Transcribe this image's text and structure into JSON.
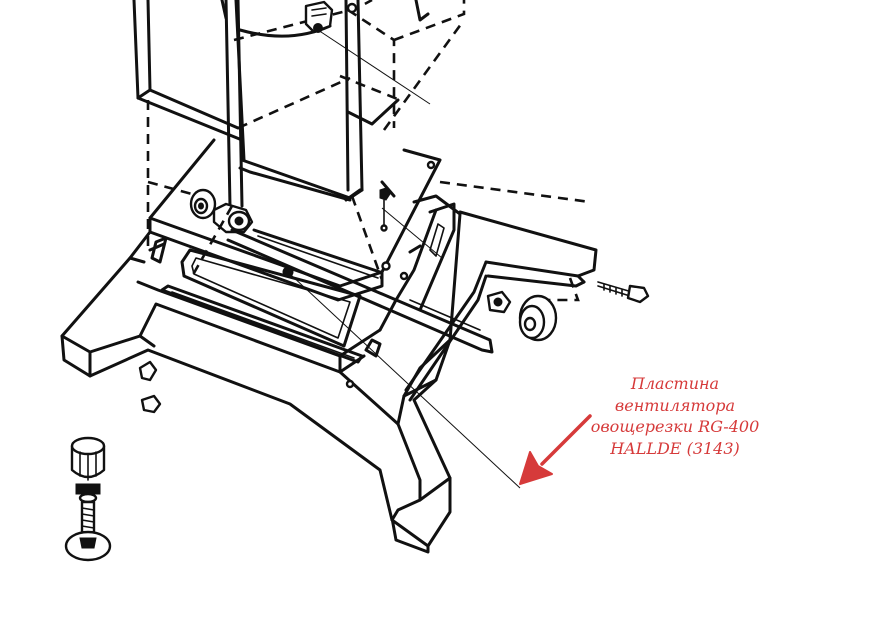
{
  "caption": {
    "lines": [
      "Пластина",
      "вентилятора",
      "овощерезки RG-400",
      "HALLDE (3143)"
    ]
  },
  "colors": {
    "caption": "#d63a3a",
    "arrow": "#d63a3a",
    "drawing": "#111111",
    "background": "#ffffff"
  }
}
